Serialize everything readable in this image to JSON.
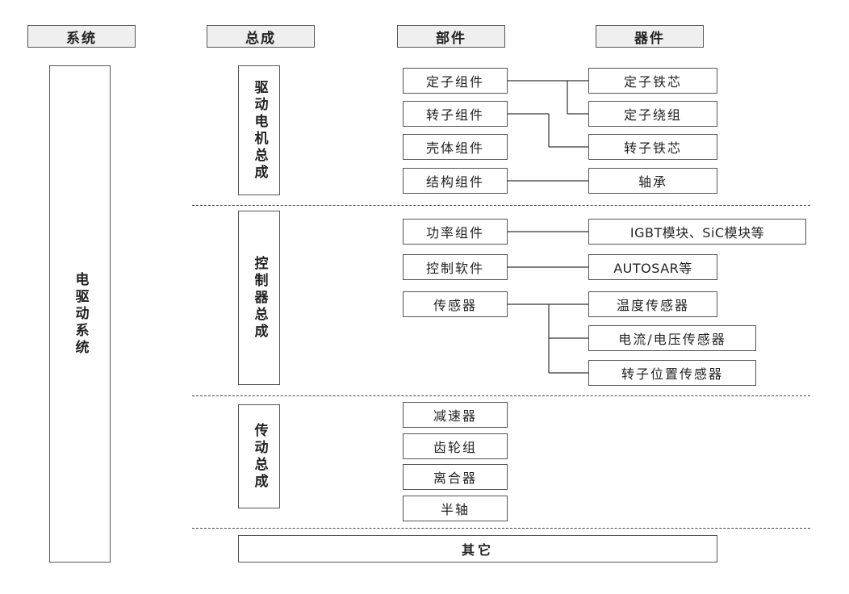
{
  "headers": {
    "system": "系统",
    "assembly": "总成",
    "component": "部件",
    "device": "器件"
  },
  "system": {
    "label": "电驱动系统"
  },
  "assemblies": {
    "motor": "驱动电机总成",
    "controller": "控制器总成",
    "transmission": "传动总成"
  },
  "motor_parts": [
    "定子组件",
    "转子组件",
    "壳体组件",
    "结构组件"
  ],
  "motor_devices": [
    "定子铁芯",
    "定子绕组",
    "转子铁芯",
    "轴承"
  ],
  "controller_parts": [
    "功率组件",
    "控制软件",
    "传感器"
  ],
  "controller_devices": [
    "IGBT模块、SiC模块等",
    "AUTOSAR等",
    "温度传感器",
    "电流/电压传感器",
    "转子位置传感器"
  ],
  "transmission_parts": [
    "减速器",
    "齿轮组",
    "离合器",
    "半轴"
  ],
  "other": {
    "label": "其它"
  }
}
